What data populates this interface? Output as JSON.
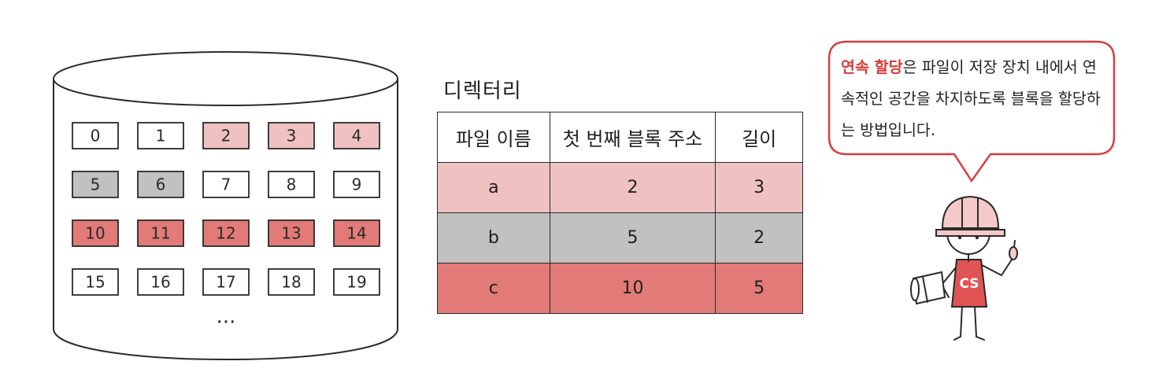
{
  "disk": {
    "blocks": [
      {
        "label": "0",
        "state": "free"
      },
      {
        "label": "1",
        "state": "free"
      },
      {
        "label": "2",
        "state": "file-a"
      },
      {
        "label": "3",
        "state": "file-a"
      },
      {
        "label": "4",
        "state": "file-a"
      },
      {
        "label": "5",
        "state": "file-b"
      },
      {
        "label": "6",
        "state": "file-b"
      },
      {
        "label": "7",
        "state": "free"
      },
      {
        "label": "8",
        "state": "free"
      },
      {
        "label": "9",
        "state": "free"
      },
      {
        "label": "10",
        "state": "file-c"
      },
      {
        "label": "11",
        "state": "file-c"
      },
      {
        "label": "12",
        "state": "file-c"
      },
      {
        "label": "13",
        "state": "file-c"
      },
      {
        "label": "14",
        "state": "file-c"
      },
      {
        "label": "15",
        "state": "free"
      },
      {
        "label": "16",
        "state": "free"
      },
      {
        "label": "17",
        "state": "free"
      },
      {
        "label": "18",
        "state": "free"
      },
      {
        "label": "19",
        "state": "free"
      }
    ],
    "more": "···"
  },
  "directory": {
    "title": "디렉터리",
    "headers": [
      "파일 이름",
      "첫 번째 블록 주소",
      "길이"
    ],
    "rows": [
      {
        "name": "a",
        "start": "2",
        "length": "3",
        "state": "file-a"
      },
      {
        "name": "b",
        "start": "5",
        "length": "2",
        "state": "file-b"
      },
      {
        "name": "c",
        "start": "10",
        "length": "5",
        "state": "file-c"
      }
    ]
  },
  "bubble": {
    "highlight": "연속 할당",
    "text": "은 파일이 저장 장치 내에서 연속적인 공간을 차지하도록 블록을 할당하는 방법입니다."
  },
  "character": {
    "shirt_label": "CS"
  },
  "colors": {
    "free": "#ffffff",
    "file-a": "#f0c1c1",
    "file-b": "#c1c1c1",
    "file-c": "#e27a78",
    "accent": "#d83a3a",
    "helmet": "#f6c9c9"
  }
}
